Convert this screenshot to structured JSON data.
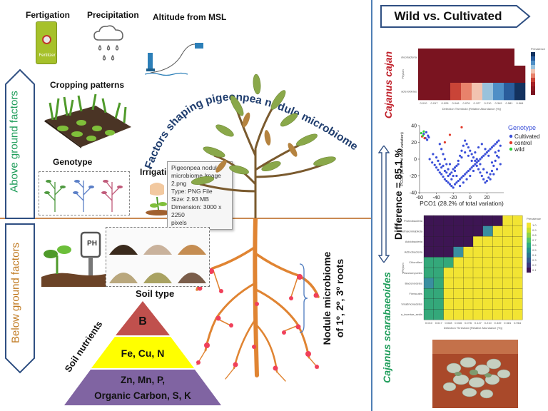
{
  "above": {
    "title": "Above ground factors",
    "fertigation": "Fertigation",
    "fertilizer_bag": "Fertilizer",
    "precipitation": "Precipitation",
    "altitude": "Altitude from MSL",
    "cropping": "Cropping patterns",
    "genotype": "Genotype",
    "irrigation": "Irrigati"
  },
  "tooltip": {
    "line1": "Pigeonpea nodule",
    "line2": "microbiome Image 2.png",
    "line3": "Type: PNG File",
    "line4": "Size: 2.93 MB",
    "line5": "Dimension: 3000 x 2250",
    "line6": "pixels"
  },
  "center": {
    "title": "Factors shaping pigeonpea nodule microbiome",
    "nodule_line1": "Nodule microbiome",
    "nodule_line2": "of 1º, 2º, 3º roots"
  },
  "below": {
    "title": "Below ground factors",
    "ph": "PH",
    "soil_type": "Soil type",
    "soil_nutrients": "Soil nutrients",
    "pyramid_top": "B",
    "pyramid_mid": "Fe, Cu, N",
    "pyramid_bot1": "Zn, Mn, P,",
    "pyramid_bot2": "Organic Carbon, S, K"
  },
  "right": {
    "header": "Wild vs. Cultivated",
    "cajan": "Cajanus cajan",
    "scarab": "Cajanus scarabaeoides",
    "difference": "Difference = 85.1 %"
  },
  "chart_data": [
    {
      "type": "heatmap",
      "title": "",
      "xlabel": "Detection Threshold (Relative Abundance (%))",
      "ylabel": "Phylum",
      "rows": [
        "Proteobacteria",
        "",
        "Bacteroidetes"
      ],
      "x": [
        "0.010",
        "0.017",
        "0.028",
        "0.046",
        "0.076",
        "0.127",
        "0.210",
        "0.349",
        "0.581",
        "0.964"
      ],
      "legend_title": "Prevalence"
    },
    {
      "type": "scatter",
      "xlabel": "PCO1 (28.2% of total variation)",
      "ylabel": "PCO2 (11.9% of total variation)",
      "xlim": [
        -60,
        40
      ],
      "ylim": [
        -40,
        40
      ],
      "xticks": [
        -60,
        -40,
        -20,
        0,
        20
      ],
      "yticks": [
        40,
        20,
        0,
        -20,
        -40
      ],
      "legend_title": "Genotype",
      "series": [
        {
          "name": "Cultivated",
          "color": "#3a4fd8",
          "points": [
            [
              -48,
              0
            ],
            [
              -45,
              -4
            ],
            [
              -42,
              -7
            ],
            [
              -40,
              -10
            ],
            [
              -38,
              -13
            ],
            [
              -36,
              -16
            ],
            [
              -34,
              -18
            ],
            [
              -32,
              -21
            ],
            [
              -30,
              -24
            ],
            [
              -28,
              -26
            ],
            [
              -26,
              -28
            ],
            [
              -24,
              -30
            ],
            [
              -22,
              -32
            ],
            [
              -20,
              -34
            ],
            [
              -18,
              -30
            ],
            [
              -16,
              -28
            ],
            [
              -14,
              -26
            ],
            [
              -12,
              -24
            ],
            [
              -10,
              -22
            ],
            [
              -8,
              -20
            ],
            [
              -6,
              -18
            ],
            [
              -4,
              -16
            ],
            [
              -2,
              -14
            ],
            [
              0,
              -12
            ],
            [
              2,
              -10
            ],
            [
              4,
              -8
            ],
            [
              6,
              -6
            ],
            [
              8,
              -4
            ],
            [
              10,
              -2
            ],
            [
              12,
              0
            ],
            [
              14,
              2
            ],
            [
              16,
              4
            ],
            [
              18,
              6
            ],
            [
              20,
              8
            ],
            [
              22,
              10
            ],
            [
              24,
              12
            ],
            [
              26,
              14
            ],
            [
              28,
              16
            ],
            [
              30,
              18
            ],
            [
              32,
              20
            ],
            [
              34,
              22
            ],
            [
              36,
              16
            ],
            [
              34,
              10
            ],
            [
              32,
              4
            ],
            [
              30,
              -2
            ],
            [
              28,
              -8
            ],
            [
              26,
              -14
            ],
            [
              24,
              -18
            ],
            [
              22,
              -22
            ],
            [
              20,
              -26
            ],
            [
              18,
              -28
            ],
            [
              16,
              -24
            ],
            [
              14,
              -20
            ],
            [
              12,
              -16
            ],
            [
              10,
              -12
            ],
            [
              8,
              -8
            ],
            [
              6,
              -2
            ],
            [
              4,
              2
            ],
            [
              2,
              6
            ],
            [
              0,
              10
            ],
            [
              -2,
              14
            ],
            [
              -4,
              18
            ],
            [
              -6,
              22
            ],
            [
              -8,
              16
            ],
            [
              -10,
              10
            ],
            [
              -12,
              4
            ],
            [
              -14,
              -2
            ],
            [
              -16,
              -8
            ],
            [
              -18,
              -14
            ],
            [
              -20,
              -20
            ],
            [
              -22,
              -24
            ],
            [
              -24,
              -18
            ],
            [
              -26,
              -12
            ],
            [
              -28,
              -6
            ],
            [
              -30,
              0
            ],
            [
              -32,
              6
            ],
            [
              -34,
              12
            ],
            [
              -36,
              18
            ],
            [
              -44,
              6
            ],
            [
              -40,
              2
            ],
            [
              -38,
              -2
            ],
            [
              -36,
              -6
            ],
            [
              -34,
              -10
            ],
            [
              -30,
              -14
            ],
            [
              -26,
              -20
            ],
            [
              -22,
              -16
            ],
            [
              -18,
              -10
            ],
            [
              -14,
              -6
            ],
            [
              -10,
              2
            ],
            [
              -6,
              8
            ],
            [
              -2,
              4
            ],
            [
              2,
              -2
            ],
            [
              6,
              8
            ],
            [
              10,
              14
            ],
            [
              14,
              18
            ],
            [
              18,
              12
            ],
            [
              22,
              4
            ],
            [
              26,
              -4
            ],
            [
              30,
              8
            ],
            [
              34,
              2
            ],
            [
              36,
              -6
            ],
            [
              32,
              -12
            ],
            [
              28,
              -18
            ],
            [
              24,
              -24
            ],
            [
              20,
              -16
            ],
            [
              16,
              -12
            ],
            [
              12,
              -6
            ],
            [
              8,
              0
            ],
            [
              4,
              -14
            ],
            [
              0,
              -20
            ],
            [
              -4,
              -24
            ],
            [
              -8,
              -28
            ],
            [
              -12,
              -32
            ],
            [
              -16,
              -20
            ],
            [
              -20,
              -12
            ],
            [
              -24,
              -6
            ],
            [
              -28,
              -16
            ],
            [
              -32,
              -8
            ],
            [
              -50,
              28
            ],
            [
              -52,
              32
            ],
            [
              -55,
              30
            ],
            [
              -53,
              25
            ],
            [
              -49,
              26
            ],
            [
              -51,
              23
            ]
          ]
        },
        {
          "name": "control",
          "color": "#e23b2c",
          "points": [
            [
              -57,
              27
            ],
            [
              -54,
              25
            ],
            [
              -30,
              20
            ],
            [
              -24,
              29
            ],
            [
              -10,
              38
            ]
          ]
        },
        {
          "name": "wild",
          "color": "#2fd33a",
          "points": [
            [
              -58,
              31
            ],
            [
              -56,
              28
            ],
            [
              -55,
              33
            ]
          ]
        }
      ]
    },
    {
      "type": "heatmap",
      "title": "",
      "xlabel": "Detection Threshold (Relative Abundance (%))",
      "ylabel": "Phylum",
      "rows": [
        "Proteobacteria",
        "Methylomirabilota",
        "Acidobacteria",
        "Actinobacteria",
        "Chloroflexi",
        "Planctomycetes",
        "Bacteroidetes",
        "Firmicutes",
        "Gemmatimonadetes",
        "Bacteria_incertae_sedis"
      ],
      "x": [
        "0.010",
        "0.017",
        "0.028",
        "0.046",
        "0.076",
        "0.127",
        "0.210",
        "0.349",
        "0.581",
        "0.964"
      ],
      "legend_title": "Prevalence",
      "legend_values": [
        "1.0",
        "0.9",
        "0.8",
        "0.7",
        "0.6",
        "0.5",
        "0.4",
        "0.3",
        "0.2",
        "0.1"
      ]
    }
  ]
}
